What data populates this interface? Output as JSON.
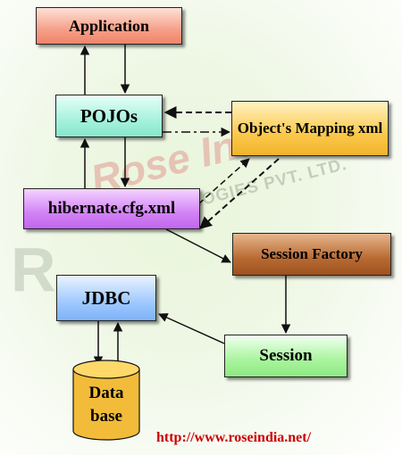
{
  "nodes": {
    "application": "Application",
    "pojos": "POJOs",
    "mapping": "Object's Mapping xml",
    "hibernate": "hibernate.cfg.xml",
    "session_factory": "Session Factory",
    "jdbc": "JDBC",
    "session": "Session",
    "database": [
      "Data",
      "base"
    ]
  },
  "watermark": {
    "text": "Rose India",
    "sub": "TECHNOLOGIES PVT. LTD.",
    "logo": "R"
  },
  "url": "http://www.roseindia.net/",
  "colors": {
    "application": "#f6a089",
    "pojos": "#a6f2dc",
    "mapping": "#fbc94c",
    "hibernate": "#d383f5",
    "session_factory": "#b96a32",
    "jdbc": "#9fc9ff",
    "session": "#a9f49d",
    "database": "#f2bc3a",
    "url": "#cc0000"
  }
}
